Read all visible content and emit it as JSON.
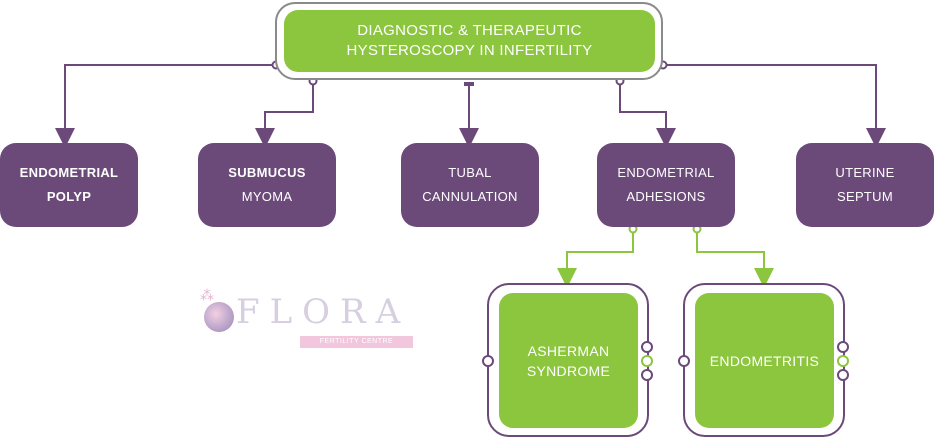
{
  "root": {
    "line1": "DIAGNOSTIC & THERAPEUTIC",
    "line2": "HYSTEROSCOPY IN INFERTILITY"
  },
  "procedures": [
    {
      "line1": "ENDOMETRIAL",
      "line2": "POLYP"
    },
    {
      "line1": "SUBMUCUS",
      "line2": "MYOMA"
    },
    {
      "line1": "TUBAL",
      "line2": "CANNULATION"
    },
    {
      "line1": "ENDOMETRIAL",
      "line2": "ADHESIONS"
    },
    {
      "line1": "UTERINE",
      "line2": "SEPTUM"
    }
  ],
  "outcomes": [
    {
      "line1": "ASHERMAN",
      "line2": "SYNDROME"
    },
    {
      "line1": "ENDOMETRITIS"
    }
  ],
  "logo": {
    "name": "FLORA",
    "tagline": "FERTILITY CENTRE"
  },
  "colors": {
    "purple": "#6b4a7a",
    "green": "#8cc63f",
    "frame_gray": "#8a8a8a"
  }
}
